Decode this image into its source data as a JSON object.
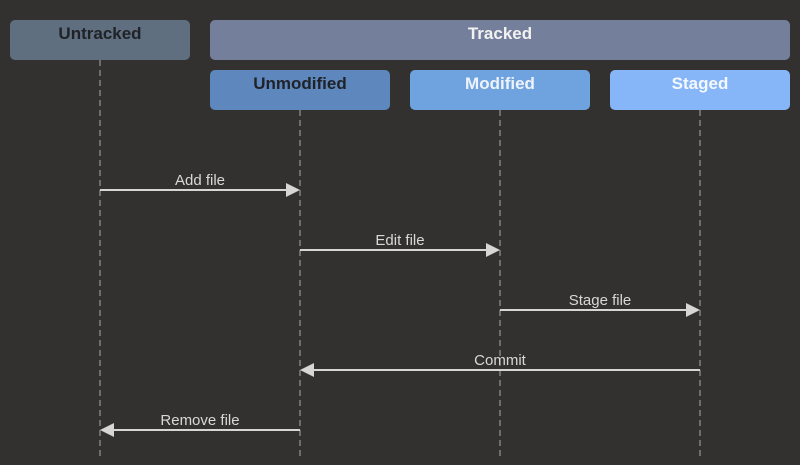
{
  "groups": {
    "untracked": "Untracked",
    "tracked": "Tracked"
  },
  "states": {
    "unmodified": "Unmodified",
    "modified": "Modified",
    "staged": "Staged"
  },
  "transitions": [
    {
      "label": "Add file",
      "from": "untracked",
      "to": "unmodified"
    },
    {
      "label": "Edit file",
      "from": "unmodified",
      "to": "modified"
    },
    {
      "label": "Stage file",
      "from": "modified",
      "to": "staged"
    },
    {
      "label": "Commit",
      "from": "staged",
      "to": "unmodified"
    },
    {
      "label": "Remove file",
      "from": "unmodified",
      "to": "untracked"
    }
  ],
  "colors": {
    "background": "#333130",
    "untracked": "#5f6f80",
    "tracked": "#737f9b",
    "unmodified": "#5d87bd",
    "modified": "#6fa3e0",
    "staged": "#86b5f8",
    "arrow": "#d6d6d6",
    "lifeline": "#a9a9a9"
  }
}
